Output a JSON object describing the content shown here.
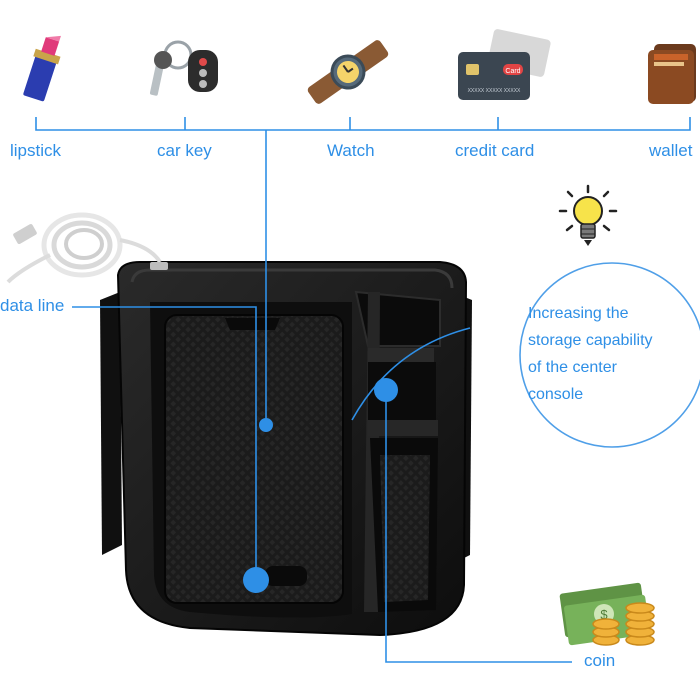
{
  "items": {
    "lipstick": "lipstick",
    "car_key": "car key",
    "watch": "Watch",
    "credit_card": "credit card",
    "wallet": "wallet"
  },
  "data_line": "data line",
  "coin": "coin",
  "callout": {
    "line1": "Increasing the",
    "line2": "storage capability",
    "line3": "of the center",
    "line4": "console"
  },
  "card_logo_text": "Card",
  "card_number_text": "XXXXX XXXXX XXXXX",
  "colors": {
    "accent": "#2e8fe6",
    "tray": "#151515",
    "money": "#6fa64f",
    "gold": "#f0b23a"
  }
}
